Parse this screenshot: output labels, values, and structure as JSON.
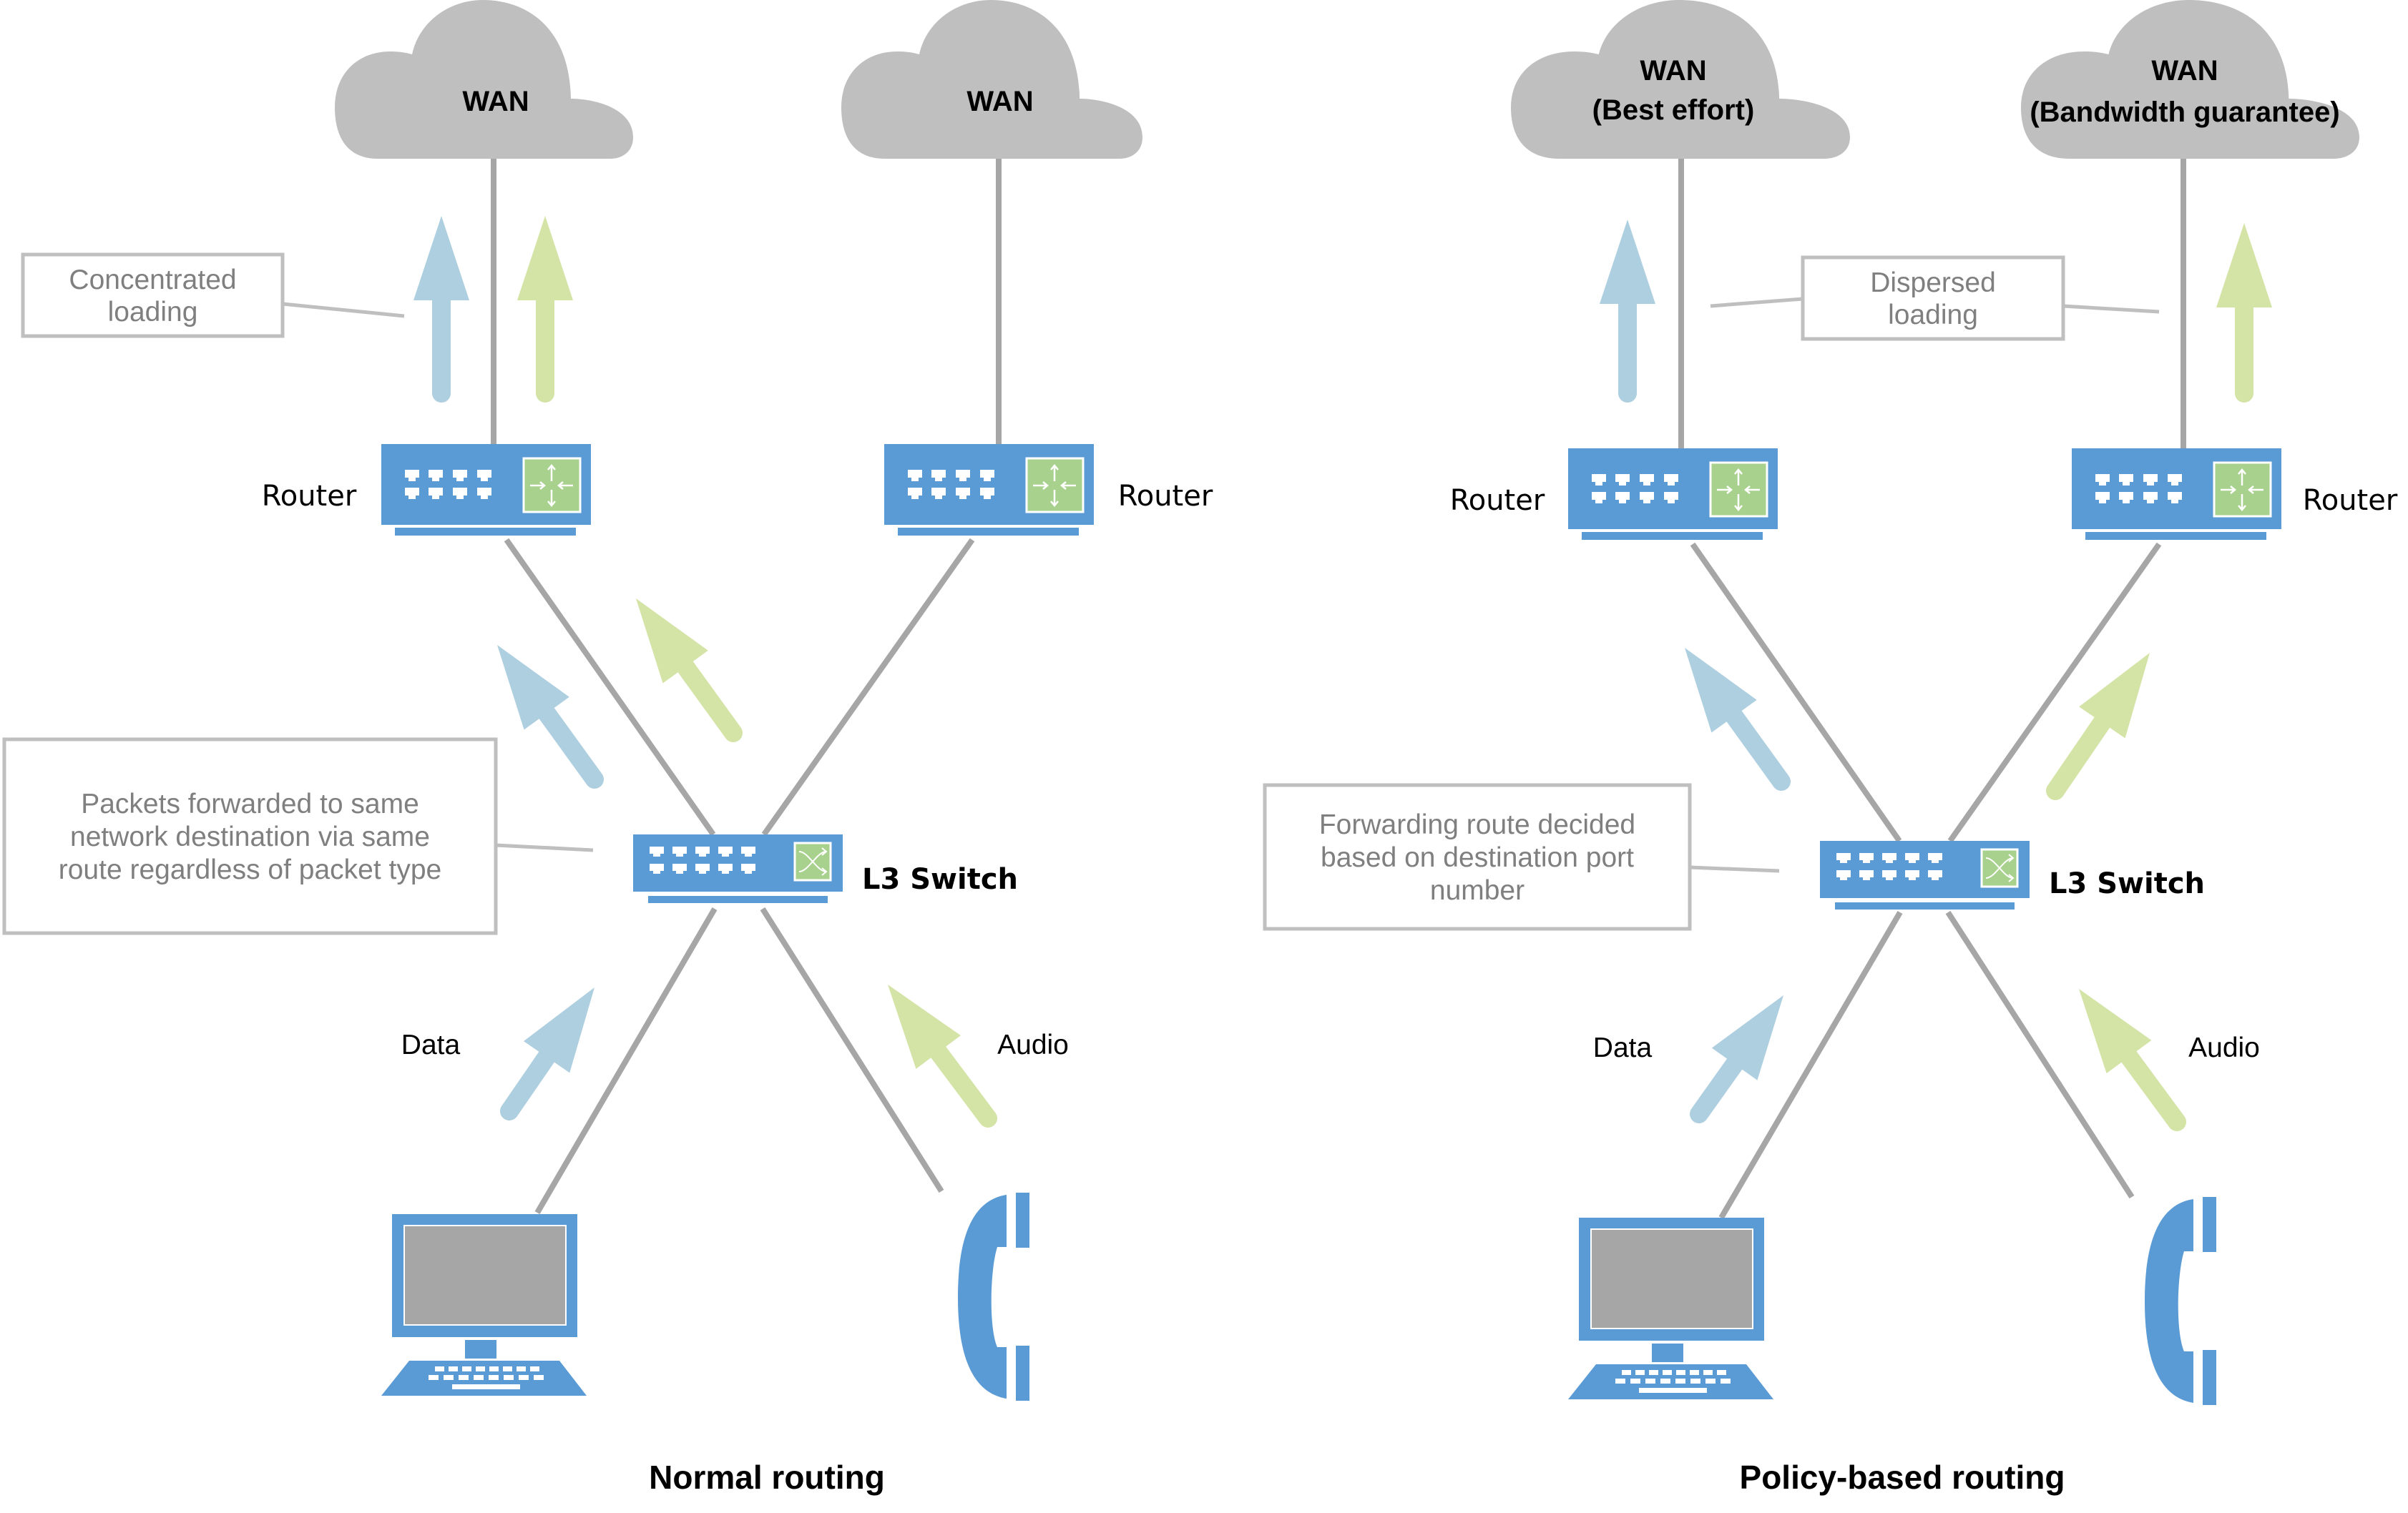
{
  "colors": {
    "cloud": "#bfbfbf",
    "device_blue": "#5b9bd5",
    "device_green": "#a9d18e",
    "screen_gray": "#a6a6a6",
    "link_gray": "#a6a6a6",
    "callout_border": "#bfbfbf",
    "callout_text": "#7f7f7f",
    "data_arrow": "#aecfe0",
    "audio_arrow": "#d4e3a6"
  },
  "diagrams": [
    {
      "title": "Normal routing",
      "wans": [
        {
          "lines": [
            "WAN"
          ]
        },
        {
          "lines": [
            "WAN"
          ]
        }
      ],
      "routers": [
        {
          "label": "Router"
        },
        {
          "label": "Router"
        }
      ],
      "switch": {
        "label": "L3 Switch"
      },
      "traffic_labels": {
        "data": "Data",
        "audio": "Audio"
      },
      "callouts": [
        {
          "lines": [
            "Concentrated",
            "loading"
          ]
        },
        {
          "lines": [
            "Packets forwarded to same",
            "network destination via same",
            "route regardless of packet type"
          ]
        }
      ]
    },
    {
      "title": "Policy-based routing",
      "wans": [
        {
          "lines": [
            "WAN",
            "(Best effort)"
          ]
        },
        {
          "lines": [
            "WAN",
            "(Bandwidth guarantee)"
          ]
        }
      ],
      "routers": [
        {
          "label": "Router"
        },
        {
          "label": "Router"
        }
      ],
      "switch": {
        "label": "L3 Switch"
      },
      "traffic_labels": {
        "data": "Data",
        "audio": "Audio"
      },
      "callouts": [
        {
          "lines": [
            "Dispersed",
            "loading"
          ]
        },
        {
          "lines": [
            "Forwarding route decided",
            "based on destination port",
            "number"
          ]
        }
      ]
    }
  ]
}
